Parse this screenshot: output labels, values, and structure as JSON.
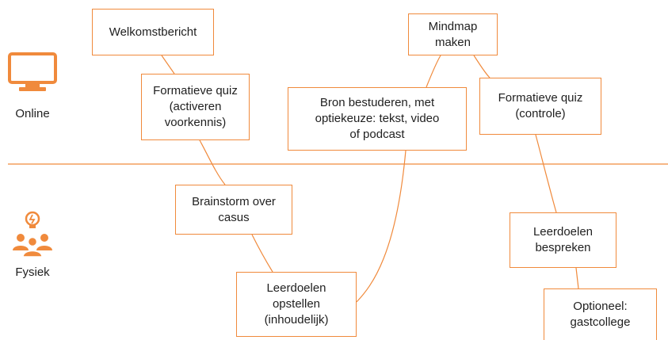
{
  "lanes": {
    "online": "Online",
    "fysiek": "Fysiek"
  },
  "steps": {
    "welkomstbericht": "Welkomstbericht",
    "quiz_activeren": "Formatieve quiz\n(activeren\nvoorkennis)",
    "brainstorm": "Brainstorm over\ncasus",
    "leerdoelen_opstellen": "Leerdoelen\nopstellen\n(inhoudelijk)",
    "bron_bestuderen": "Bron bestuderen, met\noptiekeuze: tekst, video\nof podcast",
    "mindmap": "Mindmap\nmaken",
    "quiz_controle": "Formatieve quiz\n(controle)",
    "leerdoelen_bespreken": "Leerdoelen\nbespreken",
    "gastcollege": "Optioneel:\ngastcollege"
  },
  "icons": {
    "online": "monitor-icon",
    "fysiek": "group-idea-icon"
  },
  "colors": {
    "accent": "#f08a3c",
    "text": "#1f1f1f"
  }
}
